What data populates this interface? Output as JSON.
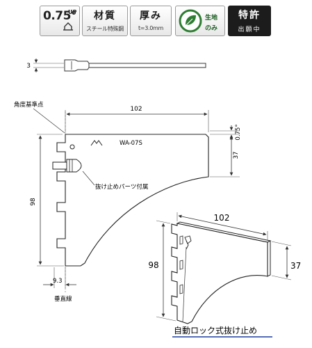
{
  "badges": {
    "angle": {
      "value": "0.75°",
      "suffix": "UP"
    },
    "material": {
      "title": "材質",
      "sub": "スチール特殊鋼"
    },
    "thickness": {
      "title": "厚み",
      "sub": "t=3.0mm"
    },
    "eco": {
      "line1": "生地",
      "line2": "のみ"
    },
    "patent": {
      "title": "特許",
      "sub": "出願中"
    }
  },
  "side_view": {
    "dim_thickness": "3"
  },
  "front_view": {
    "label_reference_point": "角度基準点",
    "dim_width": "102",
    "dim_angle": "0.75°",
    "dim_front_height": "37",
    "dim_height": "98",
    "dim_offset": "9.3",
    "label_vertical_line": "垂直線",
    "label_stopper_part": "抜け止めパーツ付属",
    "product_code": "WA-07S"
  },
  "iso_view": {
    "dim_width": "102",
    "dim_height": "98",
    "dim_front_height": "37",
    "caption": "自動ロック式抜け止め"
  },
  "colors": {
    "caption_underline": "#1a3f9e",
    "patent_bg": "#1c1c1c",
    "eco_green": "#2e7d32"
  }
}
